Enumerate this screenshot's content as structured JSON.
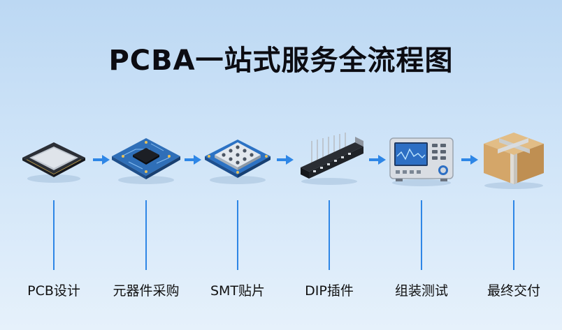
{
  "title": "PCBA一站式服务全流程图",
  "accent_color": "#2e86e6",
  "steps": [
    {
      "label": "PCB设计",
      "icon": "chip-icon"
    },
    {
      "label": "元器件采购",
      "icon": "circuit-board-icon"
    },
    {
      "label": "SMT贴片",
      "icon": "smt-component-icon"
    },
    {
      "label": "DIP插件",
      "icon": "pin-header-icon"
    },
    {
      "label": "组装测试",
      "icon": "test-instrument-icon"
    },
    {
      "label": "最终交付",
      "icon": "package-box-icon"
    }
  ]
}
